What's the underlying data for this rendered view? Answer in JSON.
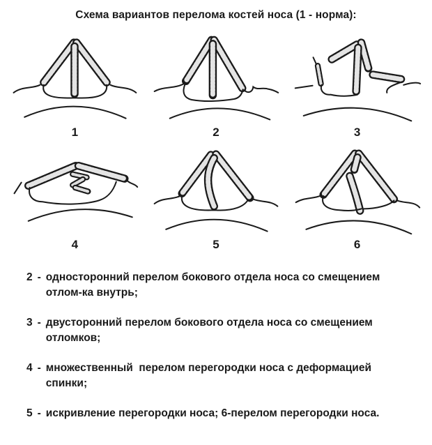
{
  "page": {
    "background_color": "#ffffff",
    "ink_color": "#1a1a1a"
  },
  "title": "Схема вариантов перелома костей носа (1 - норма):",
  "figures": [
    {
      "label": "1",
      "name": "normal-nose"
    },
    {
      "label": "2",
      "name": "unilateral-lateral-fracture-inward-displacement"
    },
    {
      "label": "3",
      "name": "bilateral-lateral-fracture-displaced-fragments"
    },
    {
      "label": "4",
      "name": "multiple-septum-fracture-dorsum-deformation"
    },
    {
      "label": "5",
      "name": "septum-deviation"
    },
    {
      "label": "6",
      "name": "septum-fracture"
    }
  ],
  "legend": {
    "separator": "-",
    "items": [
      {
        "num": "2",
        "text": "односторонний перелом бокового отдела носа со смещением отлом-ка внутрь;"
      },
      {
        "num": "3",
        "text": "двусторонний перелом бокового отдела носа со смещением отломков;"
      },
      {
        "num": "4",
        "text": "множественный  перелом перегородки носа с деформацией спинки;"
      },
      {
        "num": "5",
        "text": "искривление перегородки носа; 6-перелом перегородки носа."
      }
    ]
  }
}
